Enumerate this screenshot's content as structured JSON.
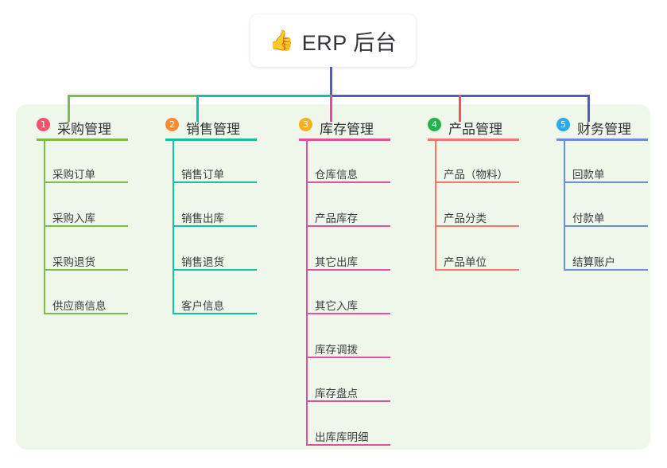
{
  "root": {
    "icon": "thumbs-up-icon",
    "emoji": "👍",
    "title": "ERP 后台"
  },
  "palette": {
    "panel_bg": "#eef7e9",
    "page_bg": "#ffffff",
    "text": "#2f3136",
    "bus_green": "#7cbd46",
    "bus_teal": "#12bfa7",
    "bus_indigo": "#5459c8"
  },
  "columns": [
    {
      "number": "1",
      "title": "采购管理",
      "badge_color": "#f2536b",
      "line_color": "#7cbd46",
      "stub_color": "#7cbd46",
      "items": [
        "采购订单",
        "采购入库",
        "采购退货",
        "供应商信息"
      ]
    },
    {
      "number": "2",
      "title": "销售管理",
      "badge_color": "#f58b33",
      "line_color": "#12bfa7",
      "stub_color": "#12bfa7",
      "items": [
        "销售订单",
        "销售出库",
        "销售退货",
        "客户信息"
      ]
    },
    {
      "number": "3",
      "title": "库存管理",
      "badge_color": "#f5b01e",
      "line_color": "#e0509f",
      "stub_color": "#ec4899",
      "items": [
        "仓库信息",
        "产品库存",
        "其它出库",
        "其它入库",
        "库存调拨",
        "库存盘点",
        "出库库明细"
      ]
    },
    {
      "number": "4",
      "title": "产品管理",
      "badge_color": "#22b24c",
      "line_color": "#f4766a",
      "stub_color": "#f4544a",
      "items": [
        "产品（物料）",
        "产品分类",
        "产品单位"
      ]
    },
    {
      "number": "5",
      "title": "财务管理",
      "badge_color": "#25acea",
      "line_color": "#6a8fd8",
      "stub_color": "#5459c8",
      "items": [
        "回款单",
        "付款单",
        "结算账户"
      ]
    }
  ]
}
